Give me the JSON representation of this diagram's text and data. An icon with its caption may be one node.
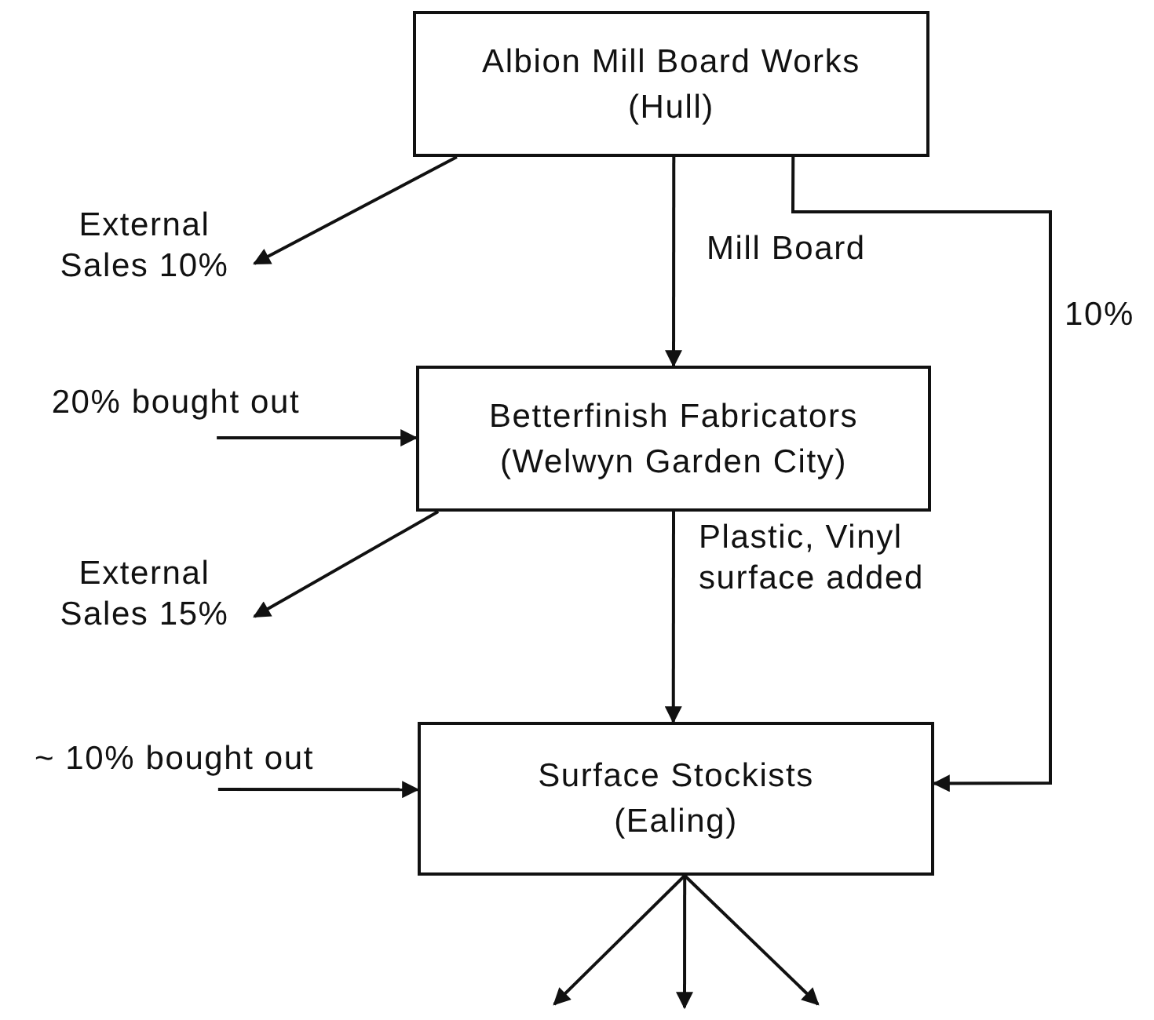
{
  "diagram": {
    "nodes": [
      {
        "text": [
          "Albion Mill Board Works",
          "(Hull)"
        ]
      },
      {
        "text": [
          "External Sales 10%"
        ]
      },
      {
        "text": [
          "Betterfinish Fabricators",
          "(Welwyn Garden City)"
        ]
      },
      {
        "text": [
          "20% bought out"
        ]
      },
      {
        "text": [
          "External Sales 15%"
        ]
      },
      {
        "text": [
          "Surface Stockists",
          "(Ealing)"
        ]
      },
      {
        "text": [
          "~ 10% bought out"
        ]
      }
    ],
    "edges": [
      {
        "from": 0,
        "to": 1,
        "arrow": "to"
      },
      {
        "from": 0,
        "to": 2,
        "arrow": "to",
        "label": "Mill Board"
      },
      {
        "from": 0,
        "to": 5,
        "arrow": "to",
        "label": "10%"
      },
      {
        "from": 3,
        "to": 2,
        "arrow": "to"
      },
      {
        "from": 2,
        "to": 4,
        "arrow": "to"
      },
      {
        "from": 2,
        "to": 5,
        "arrow": "to",
        "label": "Plastic, Vinyl surface added"
      },
      {
        "from": 6,
        "to": 5,
        "arrow": "to"
      },
      {
        "from": 5,
        "to": null,
        "arrow": "to"
      },
      {
        "from": 5,
        "to": null,
        "arrow": "to"
      },
      {
        "from": 5,
        "to": null,
        "arrow": "to"
      }
    ]
  }
}
